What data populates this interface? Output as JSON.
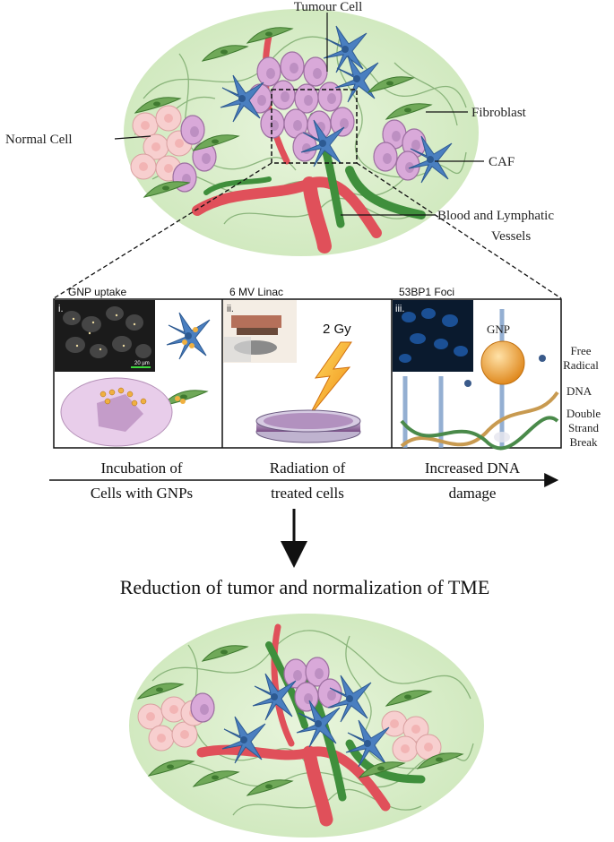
{
  "labels": {
    "tumour_cell": "Tumour Cell",
    "normal_cell": "Normal Cell",
    "fibroblast": "Fibroblast",
    "caf": "CAF",
    "vessels_line1": "Blood and Lymphatic",
    "vessels_line2": "Vessels"
  },
  "panels": [
    {
      "title": "GNP uptake",
      "numeral": "i.",
      "scale_bar": "20 µm"
    },
    {
      "title": "6 MV Linac",
      "numeral": "ii.",
      "dose": "2 Gy"
    },
    {
      "title": "53BP1 Foci",
      "numeral": "iii.",
      "gnp": "GNP",
      "free_radical_1": "Free",
      "free_radical_2": "Radical",
      "dna": "DNA",
      "dsb_1": "Double",
      "dsb_2": "Strand",
      "dsb_3": "Break"
    }
  ],
  "steps": [
    {
      "line1": "Incubation of",
      "line2": "Cells with GNPs"
    },
    {
      "line1": "Radiation of",
      "line2": "treated cells"
    },
    {
      "line1": "Increased DNA",
      "line2": "damage"
    }
  ],
  "outcome": "Reduction of tumor and normalization of TME",
  "colors": {
    "tissue": "#dcefcf",
    "vessel_red": "#e0505a",
    "vessel_green": "#3f8f3c",
    "tumour_cell": "#d9a9d9",
    "normal_cell": "#f6c6c6",
    "caf": "#4a7fc0",
    "fibroblast": "#6fa858",
    "gnp": "#f0b040"
  }
}
